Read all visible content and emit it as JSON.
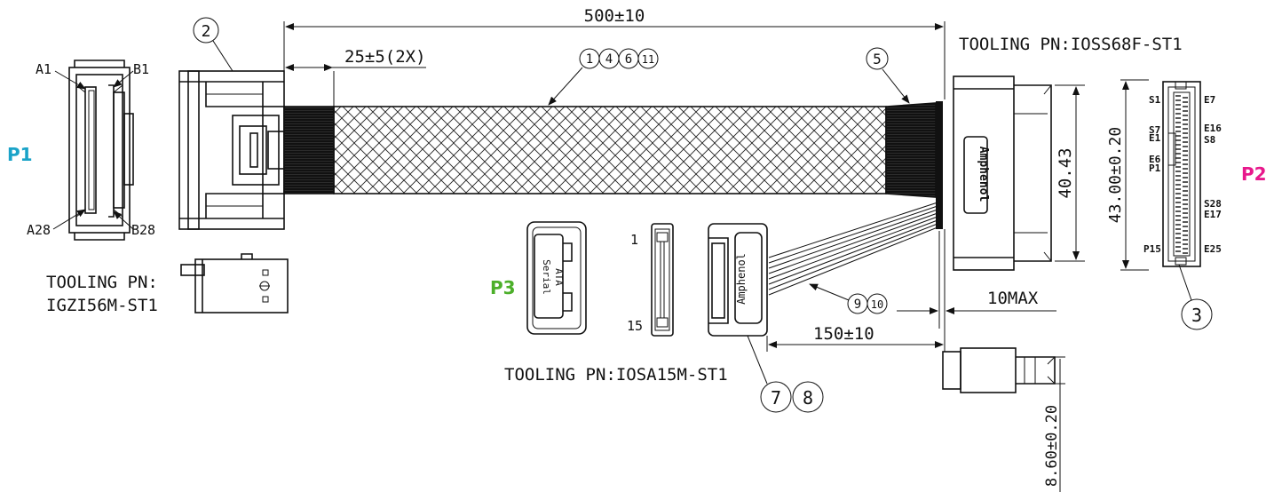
{
  "colors": {
    "p1": "#1aa3c8",
    "p2": "#e8188c",
    "p3": "#4caf2a",
    "line": "#111111"
  },
  "labels": {
    "p1": "P1",
    "p2": "P2",
    "p3": "P3"
  },
  "dimensions": {
    "overall_length": "500±10",
    "boot_length": "25±5(2X)",
    "height_p2_body": "40.43",
    "height_p2_side": "43.00±0.20",
    "max_offset": "10MAX",
    "sata_branch": "150±10",
    "bottom_width": "8.60±0.20"
  },
  "tooling": {
    "p1_line1": "TOOLING PN:",
    "p1_line2": "IGZI56M-ST1",
    "p2": "TOOLING PN:IOSS68F-ST1",
    "p3": "TOOLING PN:IOSA15M-ST1"
  },
  "balloons": {
    "b2": "2",
    "b3": "3",
    "b5": "5",
    "b7": "7",
    "b8": "8",
    "b9": "9",
    "b10": "10",
    "b1": "1",
    "b4": "4",
    "b6": "6",
    "b11": "11"
  },
  "p1_pins": {
    "a1": "A1",
    "b1": "B1",
    "a28": "A28",
    "b28": "B28"
  },
  "p2_pins": {
    "s1": "S1",
    "e7": "E7",
    "s7": "S7",
    "e1": "E1",
    "e16": "E16",
    "s8": "S8",
    "e6": "E6",
    "p1": "P1",
    "s28": "S28",
    "e17": "E17",
    "p15": "P15",
    "e25": "E25"
  },
  "p3_pins": {
    "first": "1",
    "last": "15"
  },
  "connector_text": {
    "amphenol_p2": "Amphenol",
    "amphenol_p3": "Amphenol",
    "serial": "Serial",
    "ata": "ATA"
  }
}
